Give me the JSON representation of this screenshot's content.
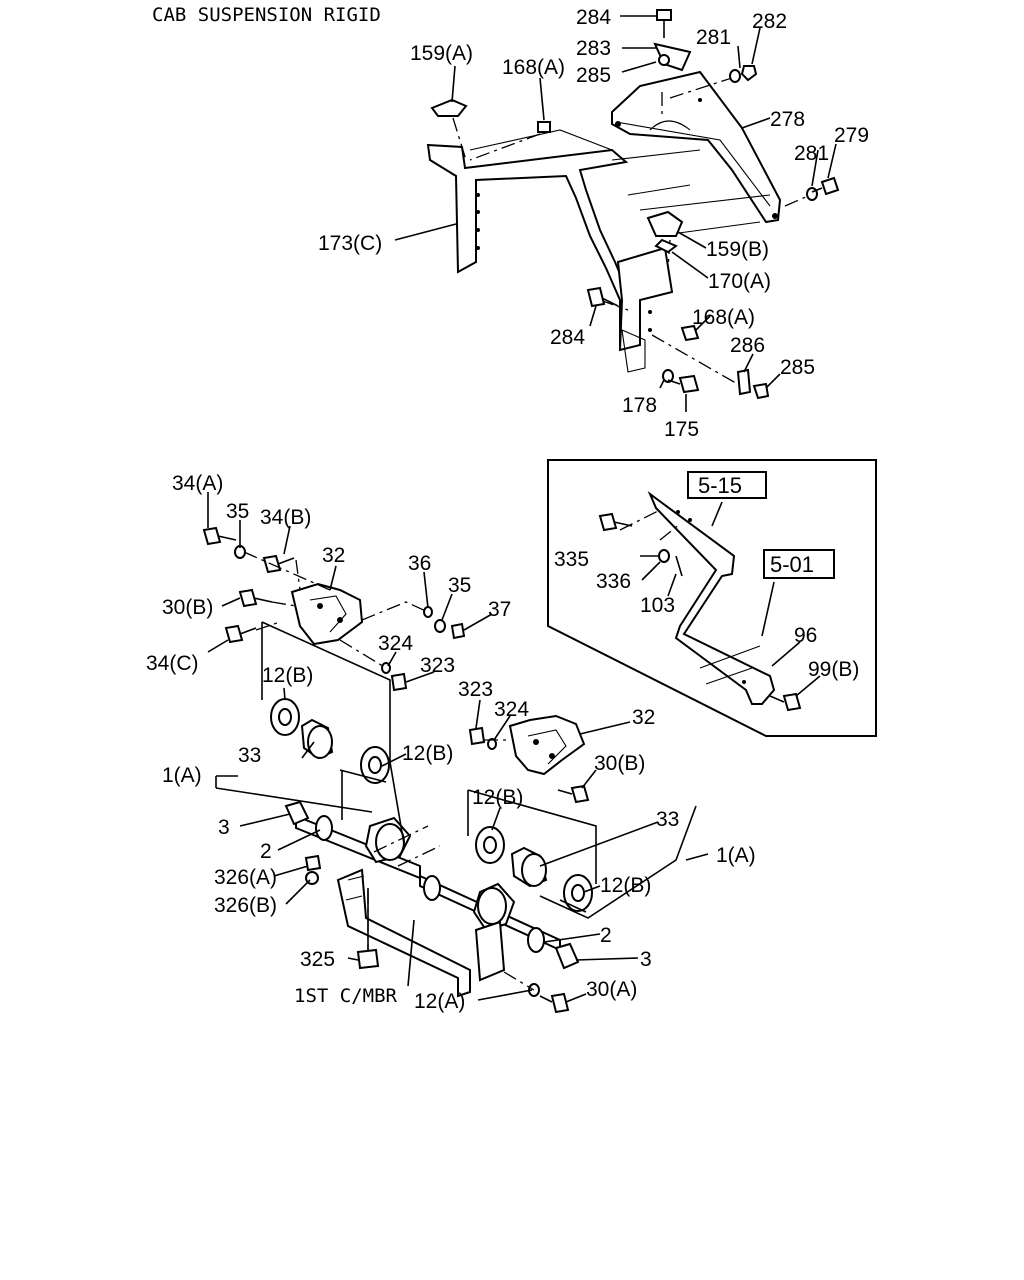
{
  "title": "CAB SUSPENSION RIGID",
  "inset": {
    "ref_labels": [
      "5-15",
      "5-01"
    ]
  },
  "callouts": {
    "upper": [
      "284",
      "282",
      "283",
      "281",
      "285",
      "159(A)",
      "168(A)",
      "278",
      "279",
      "281",
      "173(C)",
      "159(B)",
      "170(A)",
      "284",
      "168(A)",
      "286",
      "285",
      "178",
      "175"
    ],
    "lower": [
      "34(A)",
      "35",
      "34(B)",
      "32",
      "36",
      "35",
      "37",
      "30(B)",
      "34(C)",
      "324",
      "323",
      "12(B)",
      "33",
      "12(B)",
      "1(A)",
      "323",
      "324",
      "32",
      "30(B)",
      "12(B)",
      "33",
      "1(A)",
      "3",
      "2",
      "326(A)",
      "326(B)",
      "12(B)",
      "2",
      "3",
      "325",
      "1ST C/MBR",
      "12(A)",
      "30(A)"
    ],
    "inset": [
      "335",
      "336",
      "103",
      "96",
      "99(B)"
    ]
  }
}
